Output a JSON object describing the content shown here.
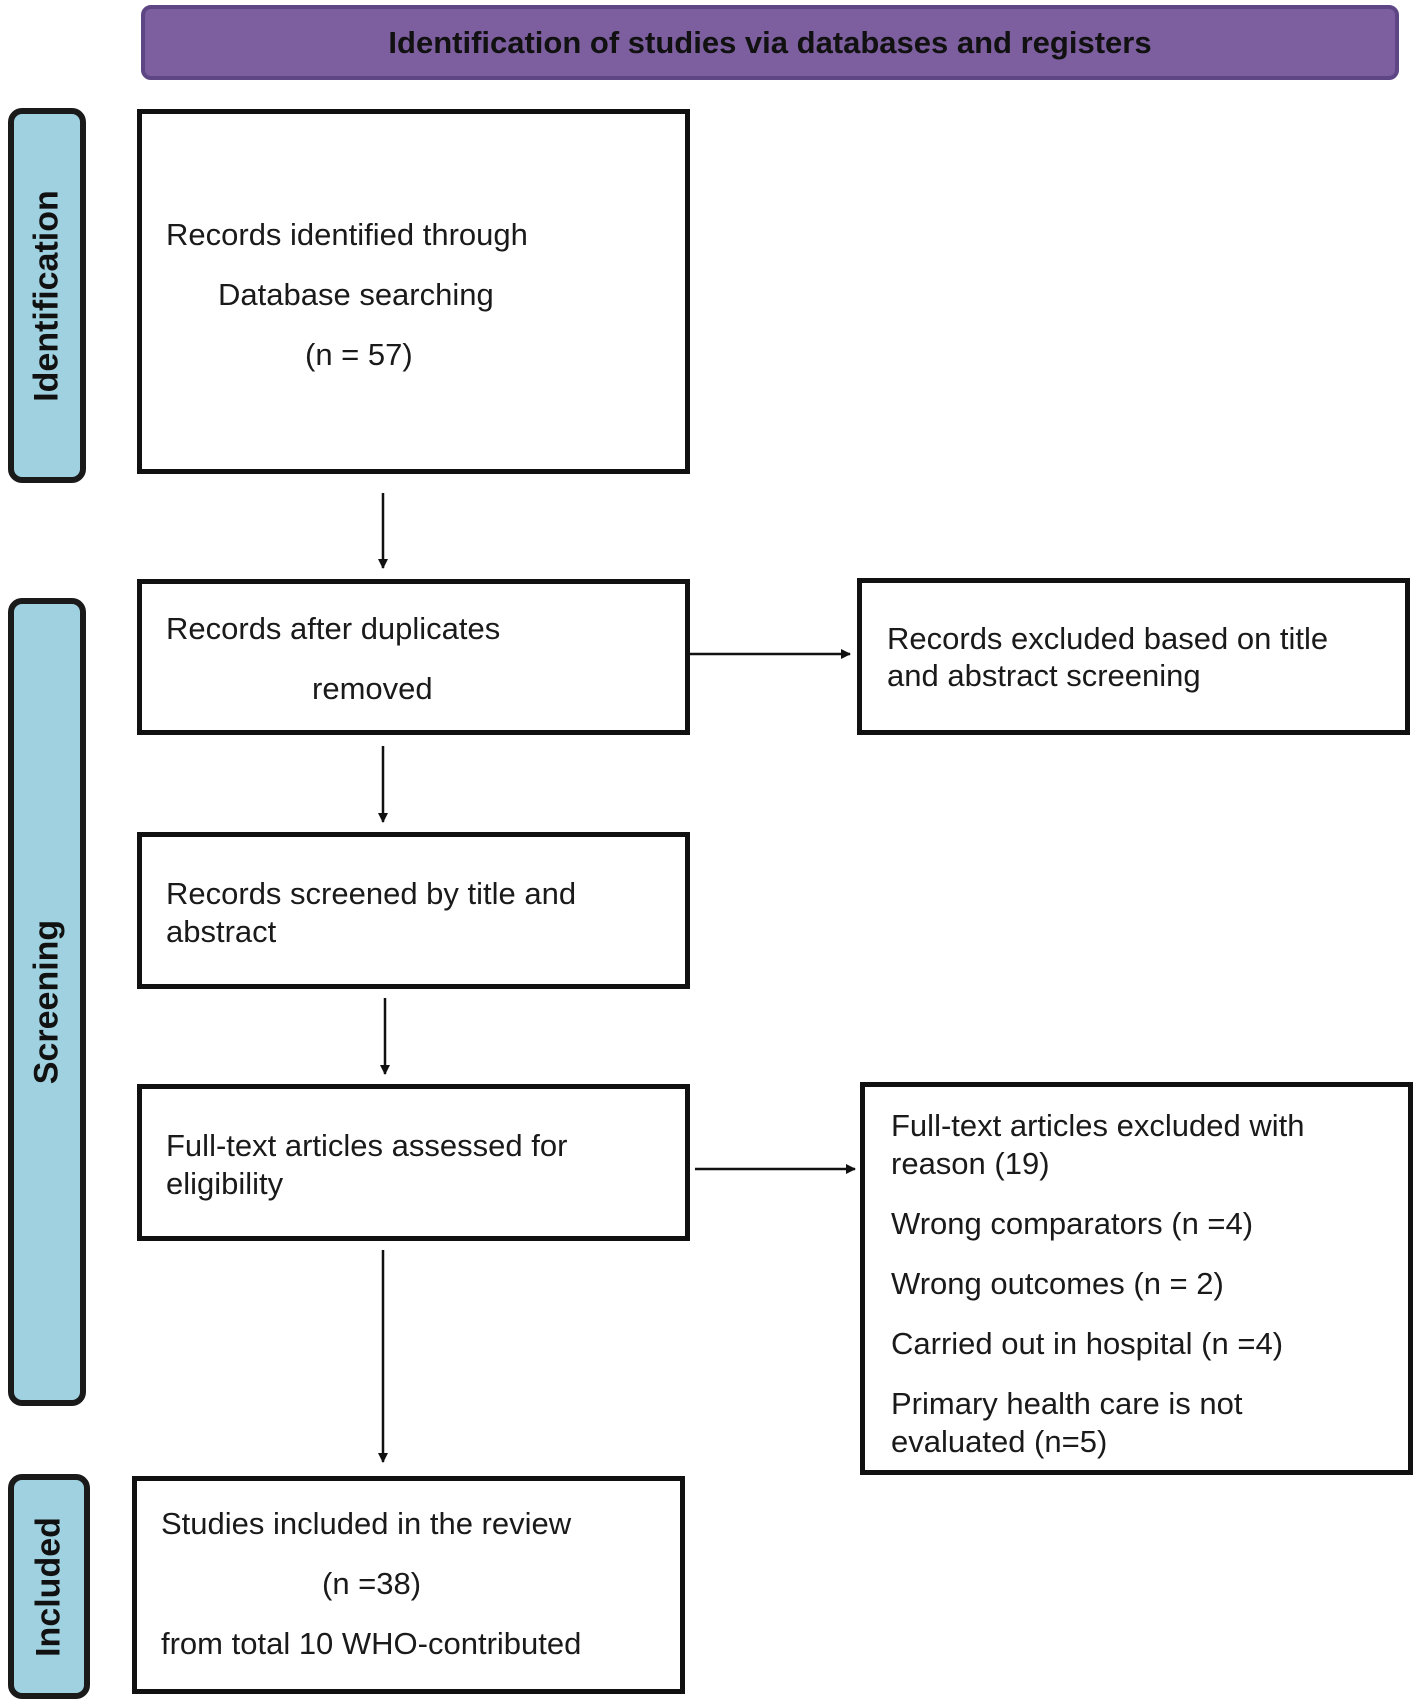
{
  "header": {
    "title": "Identification of studies via databases and registers"
  },
  "stages": {
    "identification": "Identification",
    "screening": "Screening",
    "included": "Included"
  },
  "boxes": {
    "identified": {
      "line1": "Records identified  through",
      "line2": "Database searching",
      "line3": "(n = 57)"
    },
    "after_duplicates": {
      "line1": "Records after duplicates",
      "line2": "removed"
    },
    "excluded_title": {
      "line1": "Records excluded based on title",
      "line2": "and abstract screening"
    },
    "screened": {
      "line1": "Records screened by title and",
      "line2": "abstract"
    },
    "fulltext_assessed": {
      "line1": "Full-text articles assessed for",
      "line2": "eligibility"
    },
    "fulltext_excluded": {
      "line1": "Full-text articles excluded with",
      "line2": "reason (19)",
      "reason1": "Wrong comparators (n =4)",
      "reason2": "Wrong outcomes (n = 2)",
      "reason3": "Carried out in hospital  (n =4)",
      "reason4a": "Primary health care is not",
      "reason4b": "evaluated (n=5)"
    },
    "included": {
      "line1": "Studies included in the review",
      "line2": "(n =38)",
      "line3": "from total 10 WHO-contributed"
    }
  }
}
